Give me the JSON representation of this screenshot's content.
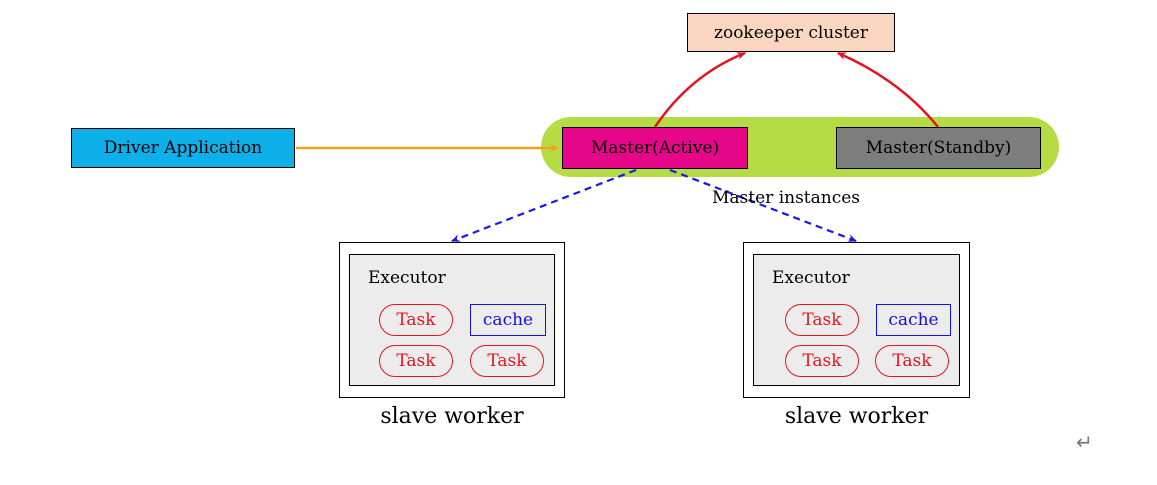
{
  "zookeeper": {
    "label": "zookeeper cluster"
  },
  "driver": {
    "label": "Driver Application"
  },
  "masters": {
    "active_label": "Master(Active)",
    "standby_label": "Master(Standby)",
    "group_label": "Master instances"
  },
  "workers": [
    {
      "executor_label": "Executor",
      "task_labels": [
        "Task",
        "Task",
        "Task"
      ],
      "cache_label": "cache",
      "caption": "slave worker"
    },
    {
      "executor_label": "Executor",
      "task_labels": [
        "Task",
        "Task",
        "Task"
      ],
      "cache_label": "cache",
      "caption": "slave worker"
    }
  ],
  "return_symbol": "↵",
  "colors": {
    "zookeeper_fill": "#fad5c0",
    "driver_fill": "#0eb0ea",
    "master_active_fill": "#e6068a",
    "master_standby_fill": "#7d7d7d",
    "master_group_fill": "#b5dc44",
    "driver_arrow": "#f5a01e",
    "zookeeper_arrow": "#e8101a",
    "worker_arrow": "#1a1ae6",
    "task_border": "#e5151f",
    "cache_border": "#1010e0",
    "executor_fill": "#ececec"
  }
}
